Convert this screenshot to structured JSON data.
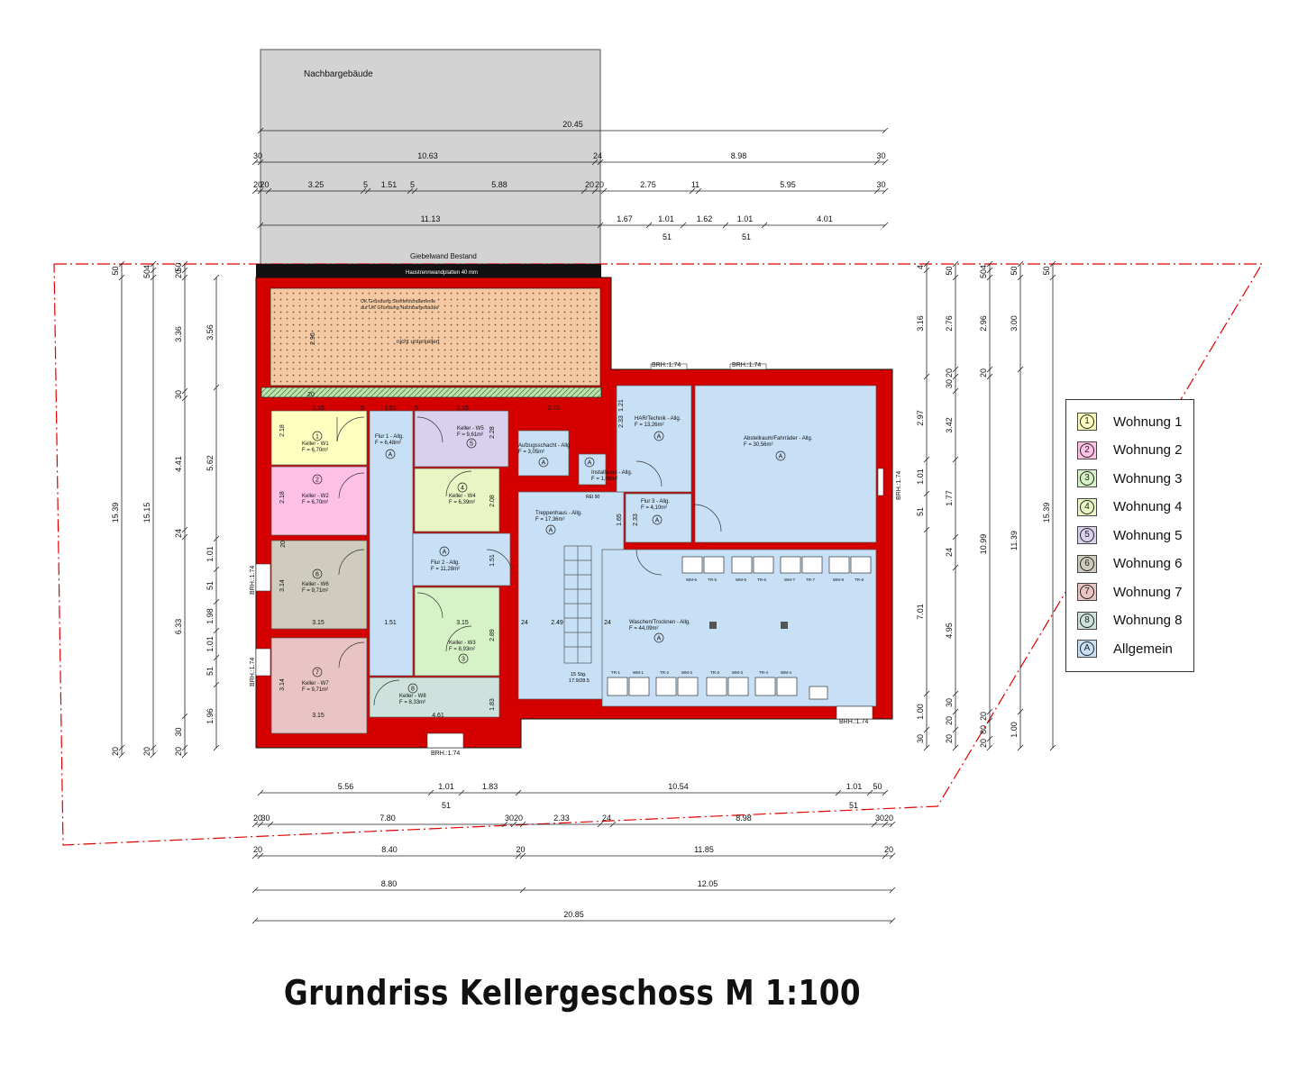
{
  "title": "Grundriss Kellergeschoss  M 1:100",
  "neighbor": {
    "label": "Nachbargebäude",
    "wall_label": "Giebelwand Bestand",
    "panel_label": "Haustrennwandplatten 40 mm"
  },
  "unexcavated": {
    "label": "nicht unterkellert",
    "note1": "UK Gründung Streifenfundamente",
    "note2": "auf UK Gründung Nachbargebäude"
  },
  "colors": {
    "wall": "#d40000",
    "w1": "#ffffc0",
    "w2": "#ffc0e6",
    "w3": "#d6f3c8",
    "w4": "#eaf5c4",
    "w5": "#d8d0ec",
    "w6": "#cfcbbd",
    "w7": "#e8c4c4",
    "w8": "#cde2dc",
    "allg": "#c8e0f6",
    "neighbor": "#d3d3d3",
    "hatch": "#f3c9a3"
  },
  "rooms": [
    {
      "name": "Keller - W1",
      "area": "F = 6,70m²",
      "badge": "1"
    },
    {
      "name": "Keller - W2",
      "area": "F = 6,70m²",
      "badge": "2"
    },
    {
      "name": "Keller - W6",
      "area": "F = 9,71m²",
      "badge": "6"
    },
    {
      "name": "Keller - W7",
      "area": "F = 9,71m²",
      "badge": "7"
    },
    {
      "name": "Flur 1 - Allg.",
      "area": "F = 6,48m²",
      "badge": "A"
    },
    {
      "name": "Keller - W5",
      "area": "F = 9,61m²",
      "badge": "5"
    },
    {
      "name": "Keller - W4",
      "area": "F = 6,39m²",
      "badge": "4"
    },
    {
      "name": "Flur 2 - Allg.",
      "area": "F = 11,28m²",
      "badge": "A"
    },
    {
      "name": "Keller - W3",
      "area": "F = 8,93m²",
      "badge": "3"
    },
    {
      "name": "Keller - W8",
      "area": "F = 8,33m²",
      "badge": "8"
    },
    {
      "name": "Aufzugsschacht - Allg.",
      "area": "F = 3,05m²",
      "badge": "A"
    },
    {
      "name": "Installation - Allg.",
      "area": "F = 1,06m²",
      "badge": "A"
    },
    {
      "name": "HAR/Technik - Allg.",
      "area": "F = 13,26m²",
      "badge": "A"
    },
    {
      "name": "Abstellraum/Fahrräder - Allg.",
      "area": "F = 30,56m²",
      "badge": "A"
    },
    {
      "name": "Treppenhaus - Allg.",
      "area": "F = 17,36m²",
      "badge": "A"
    },
    {
      "name": "Flur 3 - Allg.",
      "area": "F = 4,10m²",
      "badge": "A"
    },
    {
      "name": "Waschen/Trocknen - Allg.",
      "area": "F = 44,09m²",
      "badge": "A"
    }
  ],
  "labels": {
    "brh": "BRH.:1.74",
    "rei": "REI 90",
    "stair": "15 Stg.",
    "stair2": "17.9/28.5",
    "wm": [
      "WM-6",
      "TR-5",
      "WM-5",
      "TR-6",
      "WM-7",
      "TR-7",
      "WM-8",
      "TR-8"
    ],
    "wm_bottom": [
      "TR-1",
      "WM-1",
      "TR-2",
      "WM-2",
      "TR-3",
      "WM-3",
      "TR-4",
      "WM-4"
    ]
  },
  "dims_top": {
    "r1": [
      "20.45"
    ],
    "r2": [
      "30",
      "10.63",
      "24",
      "8.98",
      "30"
    ],
    "r3": [
      "20",
      "20",
      "3.25",
      "5",
      "1.51",
      "5",
      "5.88",
      "20",
      "20",
      "2.75",
      "11",
      "5.95",
      "30"
    ],
    "r4": [
      "11.13",
      "1.67",
      "1.01",
      "1.62",
      "1.01",
      "4.01"
    ],
    "r4b": [
      "51",
      "51"
    ]
  },
  "dims_bottom": {
    "r1": [
      "5.56",
      "1.01",
      "1.83",
      "10.54",
      "1.01",
      "50"
    ],
    "r1b": [
      "51",
      "51"
    ],
    "r2": [
      "20",
      "30",
      "7.80",
      "30",
      "20",
      "2.33",
      "24",
      "8.98",
      "30",
      "20"
    ],
    "r3": [
      "20",
      "8.40",
      "20",
      "11.85",
      "20"
    ],
    "r4": [
      "8.80",
      "12.05"
    ],
    "r5": [
      "20.85"
    ]
  },
  "dims_left": {
    "c1": [
      "50",
      "15.39",
      "20"
    ],
    "c2": [
      "4",
      "50",
      "15.15",
      "20"
    ],
    "c3": [
      "50",
      "20",
      "3.36",
      "30",
      "4.41",
      "24",
      "6.33",
      "30",
      "20"
    ],
    "c4": [
      "3.56",
      "5.62",
      "1.01",
      "51",
      "1.98",
      "1.01",
      "51",
      "1.96"
    ]
  },
  "dims_right": {
    "c1": [
      "4",
      "3.16",
      "2.97",
      "1.01",
      "51",
      "7.01",
      "1.00",
      "30"
    ],
    "c2": [
      "50",
      "2.76",
      "20",
      "30",
      "3.42",
      "1.77",
      "24",
      "4.95",
      "30",
      "20",
      "20"
    ],
    "c3": [
      "4",
      "50",
      "2.96",
      "20",
      "10.99",
      "20",
      "80",
      "20"
    ],
    "c4": [
      "50",
      "3.00",
      "11.39",
      "1.00"
    ],
    "c5": [
      "50",
      "15.39"
    ]
  },
  "interior": [
    "3.15",
    "5",
    "1.51",
    "5",
    "3.15",
    "2.73",
    "2.18",
    "2.18",
    "2.28",
    "2.08",
    "3.14",
    "3.14",
    "3.15",
    "1.51",
    "3.15",
    "2.89",
    "3.15",
    "4.61",
    "1.83",
    "1.51",
    "2.49",
    "24",
    "24",
    "1.65",
    "2.33",
    "2.33",
    "1.21",
    "2.96",
    "20",
    "20"
  ],
  "legend": [
    {
      "badge": "1",
      "label": "Wohnung 1",
      "color": "#ffffc0"
    },
    {
      "badge": "2",
      "label": "Wohnung 2",
      "color": "#ffc0e6"
    },
    {
      "badge": "3",
      "label": "Wohnung 3",
      "color": "#d6f3c8"
    },
    {
      "badge": "4",
      "label": "Wohnung 4",
      "color": "#eaf5c4"
    },
    {
      "badge": "5",
      "label": "Wohnung 5",
      "color": "#d8d0ec"
    },
    {
      "badge": "6",
      "label": "Wohnung 6",
      "color": "#cfcbbd"
    },
    {
      "badge": "7",
      "label": "Wohnung 7",
      "color": "#e8c4c4"
    },
    {
      "badge": "8",
      "label": "Wohnung 8",
      "color": "#cde2dc"
    },
    {
      "badge": "A",
      "label": "Allgemein",
      "color": "#c8e0f6"
    }
  ]
}
